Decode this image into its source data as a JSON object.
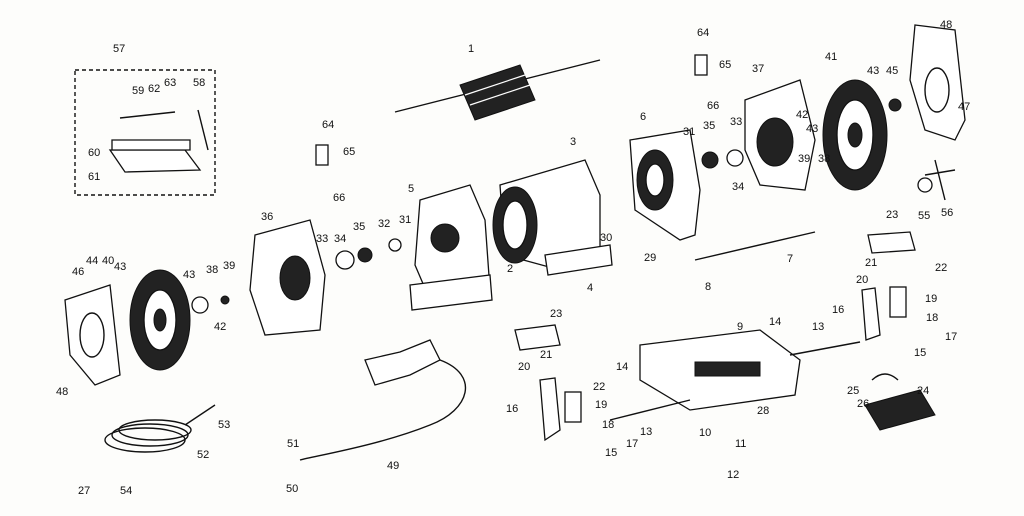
{
  "diagram": {
    "labels": [
      "1",
      "2",
      "3",
      "4",
      "5",
      "6",
      "7",
      "8",
      "9",
      "10",
      "11",
      "12",
      "13",
      "13",
      "14",
      "14",
      "15",
      "15",
      "16",
      "16",
      "17",
      "17",
      "18",
      "18",
      "19",
      "19",
      "20",
      "20",
      "21",
      "21",
      "22",
      "22",
      "23",
      "23",
      "24",
      "25",
      "26",
      "27",
      "28",
      "29",
      "30",
      "31",
      "31",
      "32",
      "33",
      "33",
      "34",
      "34",
      "35",
      "35",
      "36",
      "37",
      "38",
      "38",
      "39",
      "39",
      "40",
      "41",
      "42",
      "42",
      "43",
      "43",
      "43",
      "43",
      "44",
      "45",
      "46",
      "47",
      "48",
      "48",
      "49",
      "50",
      "51",
      "52",
      "53",
      "54",
      "55",
      "56",
      "57",
      "58",
      "59",
      "62",
      "63",
      "60",
      "61",
      "64",
      "64",
      "65",
      "65",
      "66",
      "66"
    ]
  },
  "colors": {
    "ink": "#111111",
    "paper": "#fdfdfb"
  }
}
